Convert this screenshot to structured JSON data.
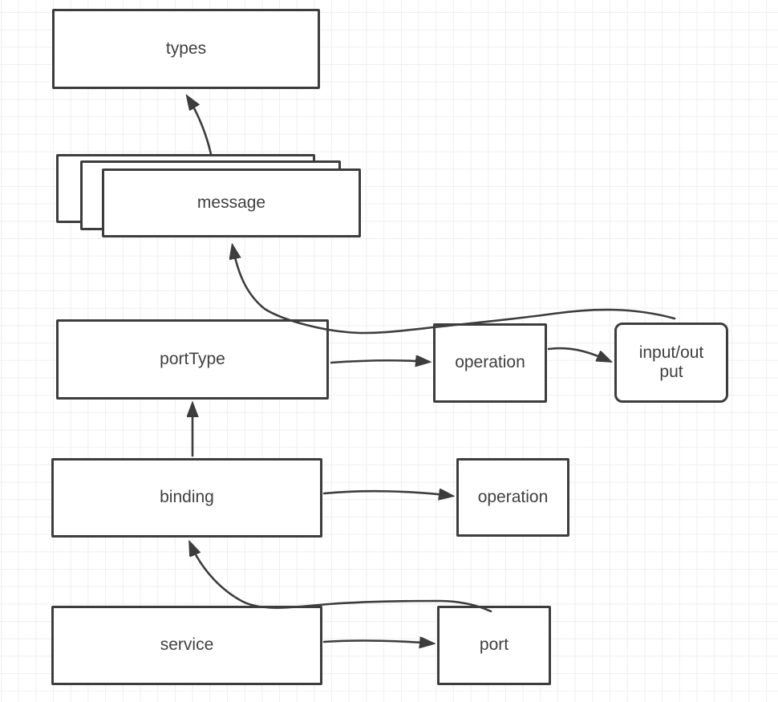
{
  "style": {
    "background_color": "#ffffff",
    "grid_color": "#efefef",
    "stroke_color": "#3d3d3d",
    "text_color": "#3f3f3f"
  },
  "nodes": {
    "types": {
      "label": "types"
    },
    "message": {
      "label": "message"
    },
    "port_type": {
      "label": "portType"
    },
    "operation_of_port_type": {
      "label": "operation"
    },
    "input_output": {
      "label": "input/out\nput"
    },
    "binding": {
      "label": "binding"
    },
    "operation_of_binding": {
      "label": "operation"
    },
    "service": {
      "label": "service"
    },
    "port": {
      "label": "port"
    }
  },
  "edges": [
    {
      "id": "message-to-types",
      "from": "message",
      "to": "types"
    },
    {
      "id": "input-output-to-message",
      "from": "input_output",
      "to": "message"
    },
    {
      "id": "porttype-to-operation",
      "from": "port_type",
      "to": "operation_of_port_type"
    },
    {
      "id": "operation-to-input-output",
      "from": "operation_of_port_type",
      "to": "input_output"
    },
    {
      "id": "binding-to-porttype",
      "from": "binding",
      "to": "port_type"
    },
    {
      "id": "binding-to-operation",
      "from": "binding",
      "to": "operation_of_binding"
    },
    {
      "id": "port-to-binding",
      "from": "port",
      "to": "binding"
    },
    {
      "id": "service-to-port",
      "from": "service",
      "to": "port"
    }
  ]
}
